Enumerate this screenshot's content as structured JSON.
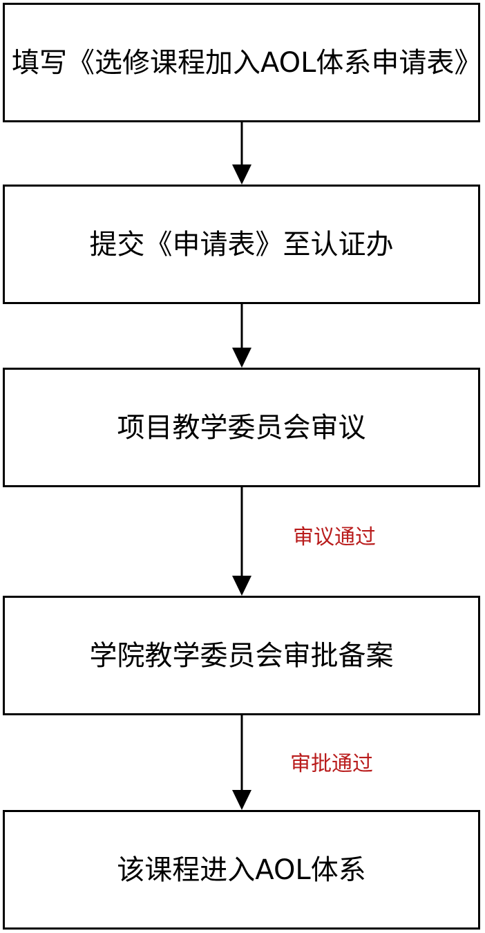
{
  "flowchart": {
    "steps": [
      {
        "text": "填写《选修课程加入AOL体系申请表》"
      },
      {
        "text": "提交《申请表》至认证办"
      },
      {
        "text": "项目教学委员会审议"
      },
      {
        "text": "学院教学委员会审批备案"
      },
      {
        "text": "该课程进入AOL体系"
      }
    ],
    "edges": [
      {
        "label": ""
      },
      {
        "label": ""
      },
      {
        "label": "审议通过"
      },
      {
        "label": "审批通过"
      }
    ],
    "colors": {
      "box_border": "#000000",
      "arrow": "#000000",
      "edge_label": "#b91c1c"
    }
  }
}
